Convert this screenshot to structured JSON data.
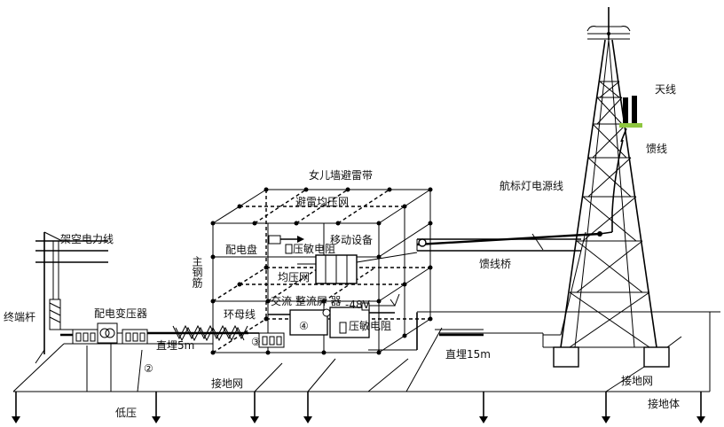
{
  "labels": {
    "antenna": "天线",
    "feeder": "馈线",
    "parapet_lightning_belt": "女儿墙避雷带",
    "navigation_light_power_line": "航标灯电源线",
    "lightning_grid": "避雷均压网",
    "distribution_panel": "配电盘",
    "varistor_top": "压敏电阻",
    "mobile_equipment": "移动设备",
    "overhead_power_line": "架空电力线",
    "main_rebar": "主钢筋",
    "equal_potential_grid": "均压网",
    "feeder_bridge": "馈线桥",
    "terminal_pole": "终端杆",
    "distribution_transformer": "配电变压器",
    "ring_bus": "环母线",
    "ac_dc_screen": "交流 整流屏 器",
    "minus_48v": "-48V",
    "circled_4": "④",
    "varistor_bottom": "压敏电阻",
    "buried_5m": "直埋5m",
    "circled_3": "③",
    "circled_2": "②",
    "buried_15m": "直埋15m",
    "ground_grid_left": "接地网",
    "low_voltage": "低压",
    "ground_grid_right": "接地网",
    "grounding_body": "接地体"
  },
  "colors": {
    "line": "#000000",
    "background": "#ffffff",
    "antenna_mount": "#8ec63f"
  }
}
